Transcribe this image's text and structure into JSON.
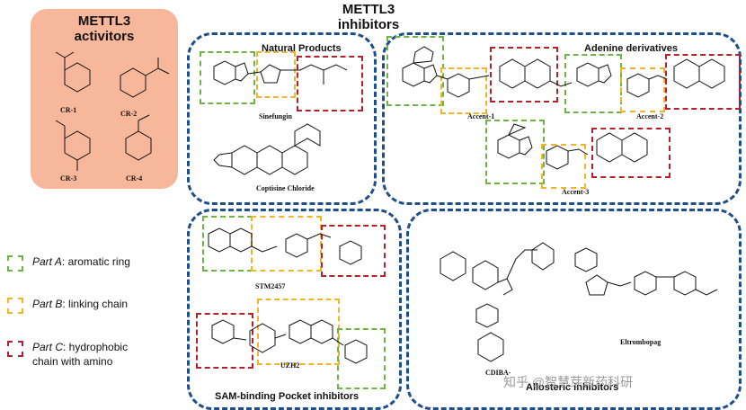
{
  "activators": {
    "title_line1": "METTL3",
    "title_line2": "activitors",
    "compounds": [
      "CR-1",
      "CR-2",
      "CR-3",
      "CR-4"
    ]
  },
  "inhibitors": {
    "title_line1": "METTL3",
    "title_line2": "inhibitors"
  },
  "groups": {
    "natural_products": {
      "label": "Natural Products",
      "compounds": [
        "Sinefungin",
        "Coptisine Chloride"
      ]
    },
    "adenine": {
      "label": "Adenine derivatives",
      "compounds": [
        "Accent-1",
        "Accent-2",
        "Accent-3"
      ]
    },
    "sam": {
      "label": "SAM-binding Pocket inhibitors",
      "compounds": [
        "STM2457",
        "UZH2"
      ]
    },
    "allosteric": {
      "label": "Allosteric inhibitors",
      "compounds": [
        "CDIBA-",
        "Eltrombopag"
      ]
    }
  },
  "legend": [
    {
      "part": "Part A",
      "desc": ": aromatic ring",
      "color": "#6fb443"
    },
    {
      "part": "Part B",
      "desc": ": linking chain",
      "color": "#f4b42a"
    },
    {
      "part": "Part C",
      "desc": ": hydrophobic",
      "desc2": "chain with amino",
      "color": "#b4202c"
    }
  ],
  "colors": {
    "group_border": "#1f4e8c",
    "activator_bg": "#f6b79b"
  },
  "watermark": "知乎 @智慧芽新药科研"
}
